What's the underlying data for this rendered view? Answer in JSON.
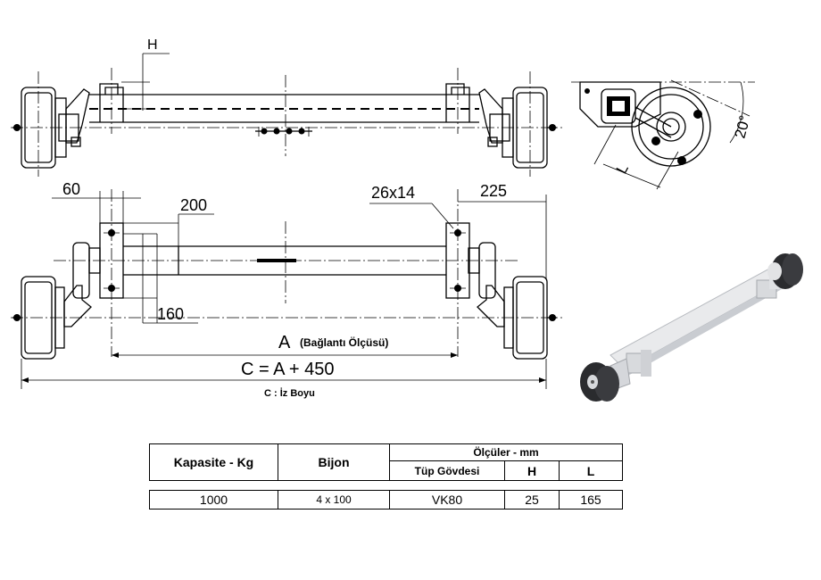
{
  "drawing": {
    "label_h": "H",
    "label_60": "60",
    "label_200": "200",
    "label_26x14": "26x14",
    "label_225": "225",
    "label_160": "160",
    "label_a": "A",
    "label_a_note": "(Bağlantı Ölçüsü)",
    "label_c_formula": "C = A + 450",
    "label_c_note": "C : İz Boyu",
    "label_20deg": "20°",
    "label_l": "L"
  },
  "table": {
    "headers": {
      "capacity": "Kapasite - Kg",
      "bolt": "Bijon",
      "dimensions": "Ölçüler - mm",
      "tube_body": "Tüp Gövdesi",
      "h": "H",
      "l": "L"
    },
    "row": {
      "capacity": "1000",
      "bolt": "4 x 100",
      "tube_body": "VK80",
      "h": "25",
      "l": "165"
    }
  }
}
